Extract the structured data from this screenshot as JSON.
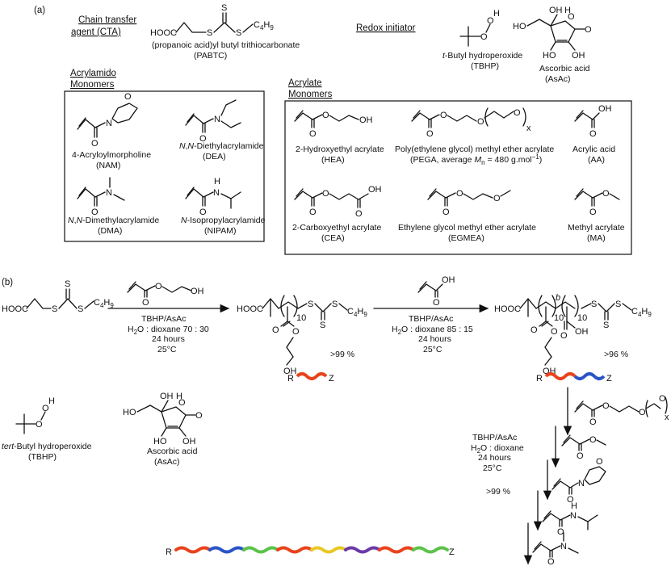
{
  "panel_a": {
    "label": "(a)",
    "cta_heading_1": "Chain transfer",
    "cta_heading_2": "agent (CTA)",
    "cta_name": "(propanoic acid)yl butyl trithiocarbonate",
    "cta_abbr": "(PABTC)",
    "initiator_heading": "Redox initiator",
    "tbhp_name": "t-Butyl hydroperoxide",
    "tbhp_abbr": "(TBHP)",
    "asac_name": "Ascorbic acid",
    "asac_abbr": "(AsAc)",
    "acrylamido_heading_1": "Acrylamido",
    "acrylamido_heading_2": "Monomers",
    "acrylate_heading_1": "Acrylate",
    "acrylate_heading_2": "Monomers",
    "acrylamido": [
      {
        "name": "4-Acryloylmorpholine",
        "abbr": "(NAM)"
      },
      {
        "name": "N,N-Diethylacrylamide",
        "abbr": "(DEA)"
      },
      {
        "name": "N,N-Dimethylacrylamide",
        "abbr": "(DMA)"
      },
      {
        "name": "N-Isopropylacrylamide",
        "abbr": "(NIPAM)"
      }
    ],
    "acrylates": [
      {
        "name": "2-Hydroxyethyl acrylate",
        "abbr": "(HEA)"
      },
      {
        "name": "Poly(ethylene glycol) methyl ether acrylate",
        "abbr": "(PEGA, average Mn = 480 g.mol−1)"
      },
      {
        "name": "Acrylic acid",
        "abbr": "(AA)"
      },
      {
        "name": "2-Carboxyethyl acrylate",
        "abbr": "(CEA)"
      },
      {
        "name": "Ethylene glycol methyl ether acrylate",
        "abbr": "(EGMEA)"
      },
      {
        "name": "Methyl acrylate",
        "abbr": "(MA)"
      }
    ]
  },
  "panel_b": {
    "label": "(b)",
    "step1_conditions": [
      "TBHP/AsAc",
      "H2O : dioxane 70 : 30",
      "24 hours",
      "25°C"
    ],
    "step2_conditions": [
      "TBHP/AsAc",
      "H2O : dioxane 85 : 15",
      "24 hours",
      "25°C"
    ],
    "step3_conditions": [
      "TBHP/AsAc",
      "H2O : dioxane",
      "24 hours",
      "25°C"
    ],
    "conversion_1": ">99 %",
    "conversion_2": ">96 %",
    "conversion_3": ">99 %",
    "dp_1": "10",
    "dp_2": "10",
    "dp_3": "10",
    "block_marker": "b",
    "chain_end_r": "R",
    "chain_end_z": "Z",
    "tbhp_name": "tert-Butyl hydroperoxide",
    "tbhp_abbr": "(TBHP)",
    "asac_name": "Ascorbic acid",
    "asac_abbr": "(AsAc)",
    "peg_repeat": "x"
  },
  "atoms": {
    "hooc": "HOOC",
    "s": "S",
    "c4h9": "C4H9",
    "o": "O",
    "oh": "OH",
    "ho": "HO",
    "n": "N",
    "h": "H",
    "x": "x"
  },
  "colors": {
    "block_red": "#e8431c",
    "block_blue": "#2a54c6",
    "block_green": "#5cc24a",
    "block_yellow": "#e7c825",
    "block_purple": "#6b3aa7",
    "ink": "#111111"
  }
}
